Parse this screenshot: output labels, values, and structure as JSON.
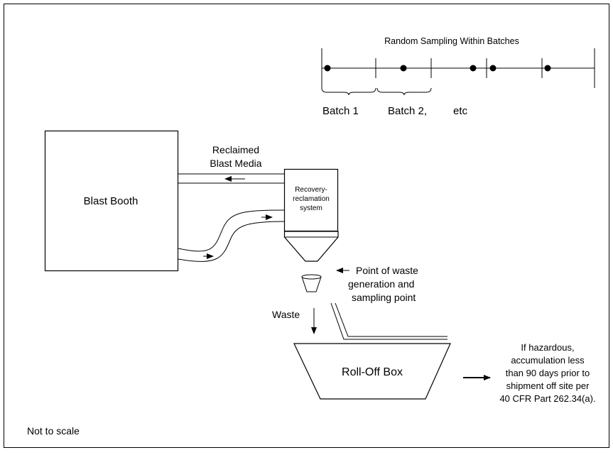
{
  "diagram": {
    "sampling_title": "Random Sampling Within Batches",
    "batch1_label": "Batch 1",
    "batch2_label": "Batch 2,",
    "etc_label": "etc",
    "reclaimed_line1": "Reclaimed",
    "reclaimed_line2": "Blast Media",
    "blast_booth_label": "Blast Booth",
    "recovery_line1": "Recovery-",
    "recovery_line2": "reclamation",
    "recovery_line3": "system",
    "point_line1": "Point of waste",
    "point_line2": "generation  and",
    "point_line3": "sampling point",
    "waste_label": "Waste",
    "rolloff_label": "Roll-Off Box",
    "hazard_line1": "If hazardous,",
    "hazard_line2": "accumulation less",
    "hazard_line3": "than 90 days prior to",
    "hazard_line4": "shipment off site per",
    "hazard_line5": "40 CFR Part 262.34(a).",
    "scale_note": "Not to scale"
  }
}
